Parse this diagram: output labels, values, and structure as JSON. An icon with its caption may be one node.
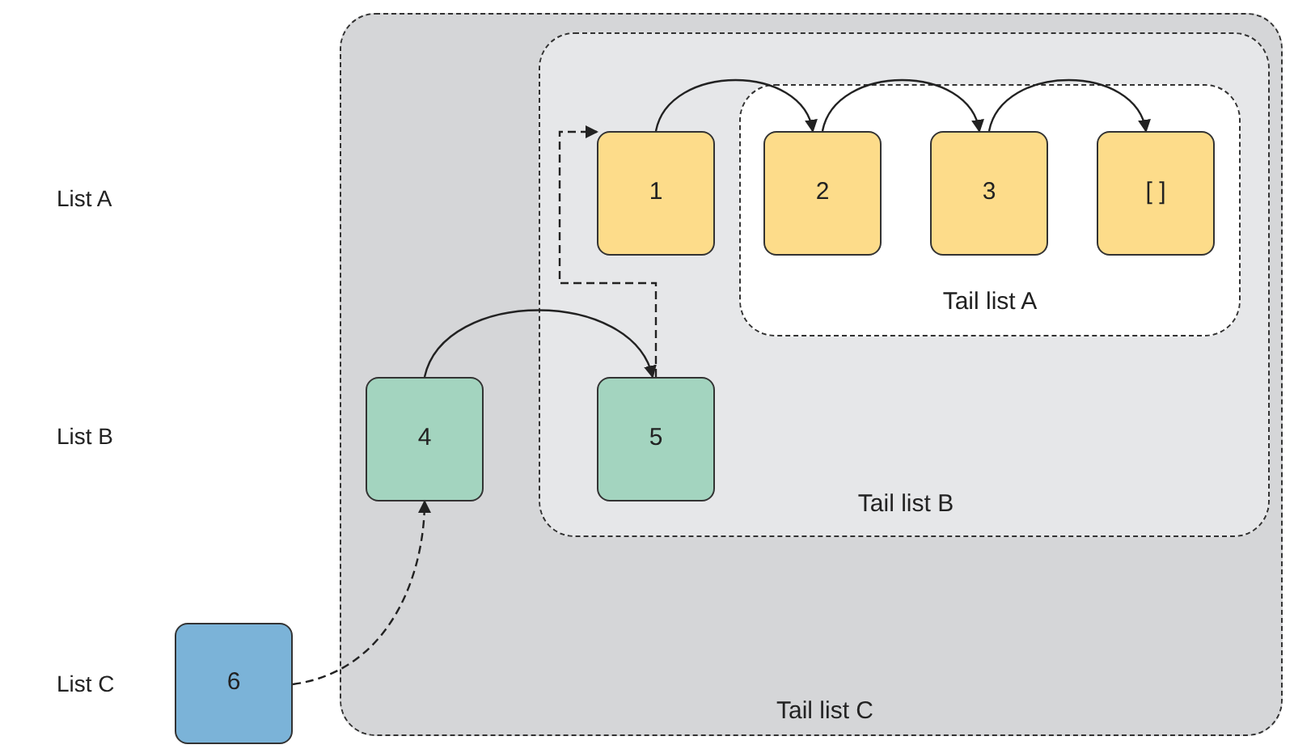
{
  "diagram": {
    "nodes": [
      {
        "text": [
          "Tail list C"
        ]
      },
      {
        "text": [
          "Tail list B"
        ],
        "in": 0
      },
      {
        "text": [
          "Tail list A"
        ],
        "in": 1
      },
      {
        "text": [
          "1"
        ],
        "in": 1
      },
      {
        "text": [
          "2"
        ],
        "in": 2
      },
      {
        "text": [
          "3"
        ],
        "in": 2
      },
      {
        "text": [
          "[ ]"
        ],
        "in": 2
      },
      {
        "text": [
          "4"
        ],
        "in": 0
      },
      {
        "text": [
          "5"
        ],
        "in": 1
      },
      {
        "text": [
          "6"
        ]
      }
    ],
    "edges": [
      {
        "from": 3,
        "to": 4,
        "arrow": "to"
      },
      {
        "from": 4,
        "to": 5,
        "arrow": "to"
      },
      {
        "from": 5,
        "to": 6,
        "arrow": "to"
      },
      {
        "from": 7,
        "to": 8,
        "arrow": "to"
      },
      {
        "from": 8,
        "to": 3,
        "arrow": "to",
        "style": "dashed"
      },
      {
        "from": 9,
        "to": 7,
        "arrow": "to",
        "style": "dashed"
      }
    ],
    "labels": [
      "List A",
      "List B",
      "List C"
    ]
  }
}
